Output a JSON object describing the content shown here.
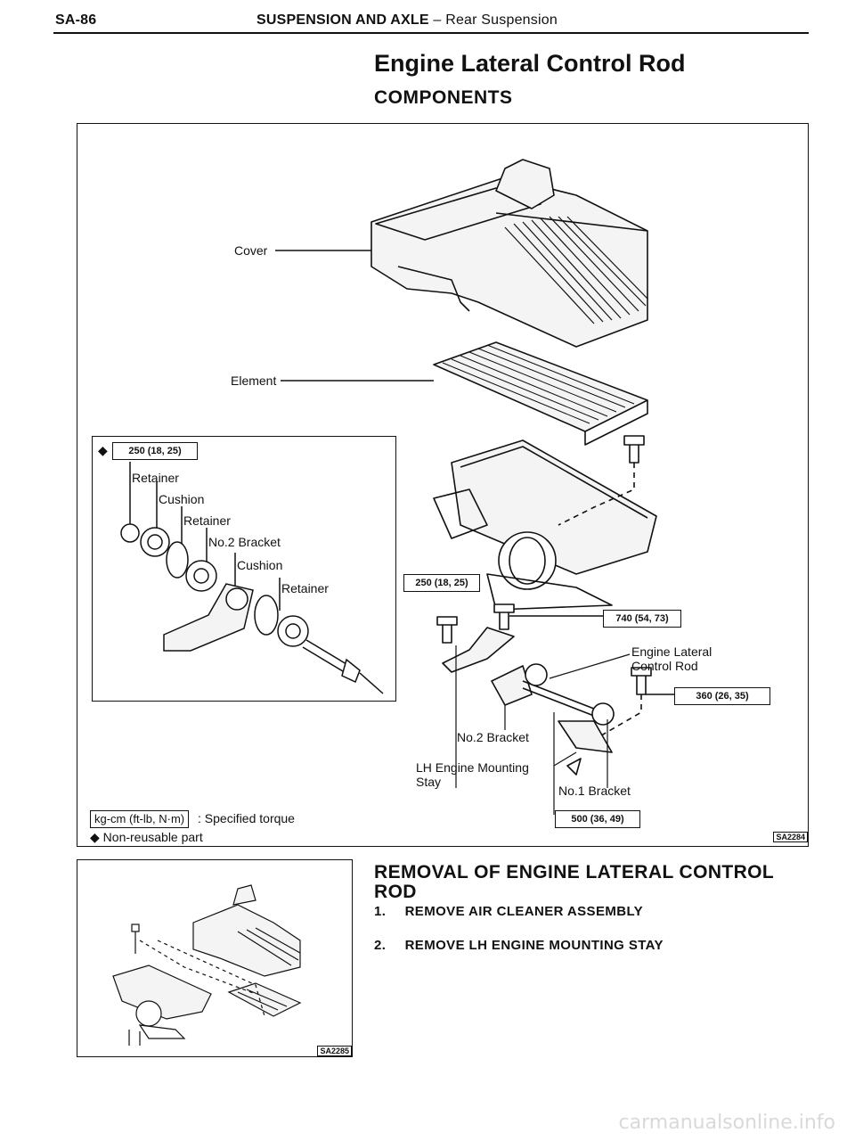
{
  "header": {
    "page_code": "SA-86",
    "section": "SUSPENSION AND AXLE",
    "separator": "–",
    "subsection": "Rear Suspension"
  },
  "title": "Engine Lateral Control Rod",
  "subtitle": "COMPONENTS",
  "diagram_main": {
    "labels": {
      "cover": "Cover",
      "element": "Element",
      "retainer_1": "Retainer",
      "cushion_1": "Cushion",
      "retainer_2": "Retainer",
      "no2_bracket_inset": "No.2 Bracket",
      "cushion_2": "Cushion",
      "retainer_3": "Retainer",
      "engine_lateral_line1": "Engine Lateral",
      "engine_lateral_line2": "Control Rod",
      "no2_bracket": "No.2 Bracket",
      "lh_mount_line1": "LH Engine Mounting",
      "lh_mount_line2": "Stay",
      "no1_bracket": "No.1 Bracket"
    },
    "torques": {
      "inset": "250 (18, 25)",
      "left_bolt": "250 (18, 25)",
      "center_bolt": "740 (54, 73)",
      "right_bolt": "360 (26, 35)",
      "bottom_bolt": "500 (36, 49)"
    },
    "legend": {
      "unit_box": "kg-cm (ft-lb, N·m)",
      "unit_desc": ": Specified torque",
      "diamond": "◆",
      "nonreusable": "Non-reusable part"
    },
    "code": "SA2284"
  },
  "removal": {
    "heading": "REMOVAL OF ENGINE LATERAL CONTROL ROD",
    "steps": [
      {
        "num": "1.",
        "text": "REMOVE AIR CLEANER ASSEMBLY"
      },
      {
        "num": "2.",
        "text": "REMOVE LH ENGINE MOUNTING STAY"
      }
    ],
    "figure_code": "SA2285"
  },
  "watermark": "carmanualsonline.info"
}
